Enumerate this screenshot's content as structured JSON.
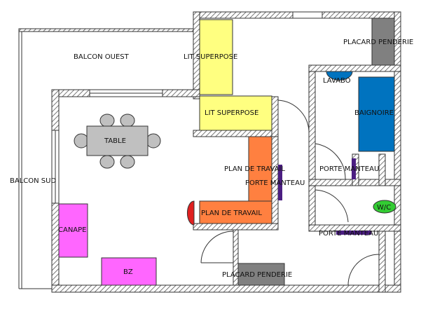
{
  "labels": {
    "balcon_ouest": "BALCON OUEST",
    "balcon_sud": "BALCON SUD",
    "lit_superpose_1": "LIT SUPERPOSE",
    "lit_superpose_2": "LIT SUPERPOSE",
    "placard_penderie_top": "PLACARD PENDERIE",
    "placard_penderie_bottom": "PLACARD PENDERIE",
    "lavabo": "LAVABO",
    "baignoire": "BAIGNOIRE",
    "table": "TABLE",
    "plan_de_travail_1": "PLAN DE TRAVAIL",
    "plan_de_travail_2": "PLAN DE TRAVAIL",
    "porte_manteau_1": "PORTE MANTEAU",
    "porte_manteau_2": "PORTE MANTEAU",
    "porte_manteau_3": "PORTE MANTEAU",
    "wc": "W/C",
    "canape": "CANAPE",
    "bz": "BZ"
  },
  "colors": {
    "wall_hatch": "#555555",
    "yellow": "#ffff80",
    "orange": "#ff8040",
    "pink": "#ff66ff",
    "blue": "#0073bf",
    "grey_table": "#c0c0c0",
    "grey_placard": "#808080",
    "green_wc": "#33cc33",
    "red_appliance": "#e02020",
    "purple": "#4b1e82"
  }
}
